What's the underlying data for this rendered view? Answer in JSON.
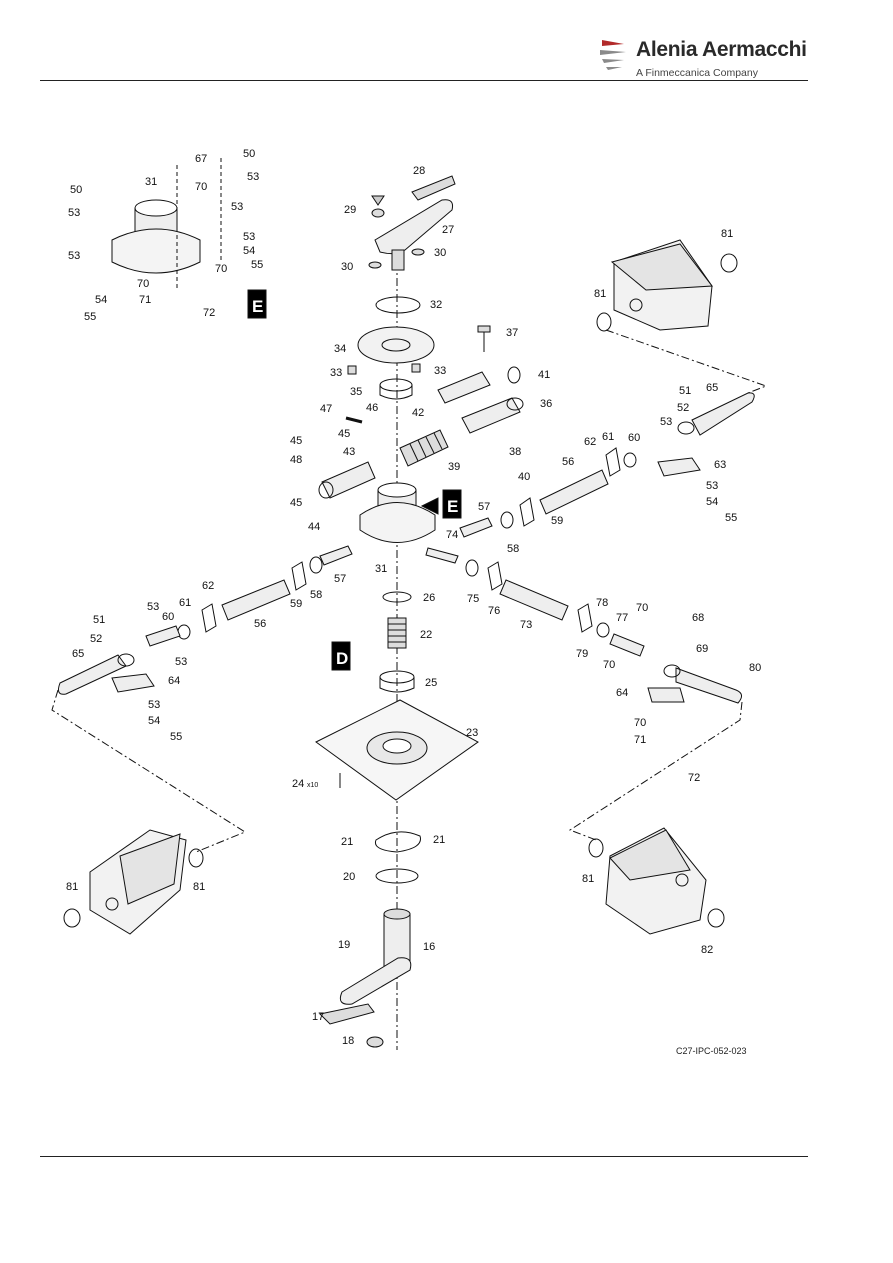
{
  "header": {
    "company_name": "Alenia Aermacchi",
    "company_tagline": "A Finmeccanica Company"
  },
  "figure": {
    "reference_code": "C27-IPC-052-023",
    "view_label_d": "D",
    "view_label_e": "E",
    "detail_arrow_label": "E",
    "callouts": [
      {
        "id": "c50a",
        "text": "50"
      },
      {
        "id": "c50b",
        "text": "50"
      },
      {
        "id": "c67",
        "text": "67"
      },
      {
        "id": "c31a",
        "text": "31"
      },
      {
        "id": "c70a",
        "text": "70"
      },
      {
        "id": "c53a",
        "text": "53"
      },
      {
        "id": "c53b",
        "text": "53"
      },
      {
        "id": "c53c",
        "text": "53"
      },
      {
        "id": "c53d",
        "text": "53"
      },
      {
        "id": "c53e",
        "text": "53"
      },
      {
        "id": "c54a",
        "text": "54"
      },
      {
        "id": "c55a",
        "text": "55"
      },
      {
        "id": "c70b",
        "text": "70"
      },
      {
        "id": "c70c",
        "text": "70"
      },
      {
        "id": "c54b",
        "text": "54"
      },
      {
        "id": "c71a",
        "text": "71"
      },
      {
        "id": "c55b",
        "text": "55"
      },
      {
        "id": "c72a",
        "text": "72"
      },
      {
        "id": "c28",
        "text": "28"
      },
      {
        "id": "c29",
        "text": "29"
      },
      {
        "id": "c27",
        "text": "27"
      },
      {
        "id": "c30a",
        "text": "30"
      },
      {
        "id": "c30b",
        "text": "30"
      },
      {
        "id": "c32",
        "text": "32"
      },
      {
        "id": "c34",
        "text": "34"
      },
      {
        "id": "c33a",
        "text": "33"
      },
      {
        "id": "c33b",
        "text": "33"
      },
      {
        "id": "c35",
        "text": "35"
      },
      {
        "id": "c37",
        "text": "37"
      },
      {
        "id": "c41",
        "text": "41"
      },
      {
        "id": "c36",
        "text": "36"
      },
      {
        "id": "c47",
        "text": "47"
      },
      {
        "id": "c46",
        "text": "46"
      },
      {
        "id": "c45a",
        "text": "45"
      },
      {
        "id": "c45b",
        "text": "45"
      },
      {
        "id": "c42",
        "text": "42"
      },
      {
        "id": "c43",
        "text": "43"
      },
      {
        "id": "c48",
        "text": "48"
      },
      {
        "id": "c38",
        "text": "38"
      },
      {
        "id": "c39",
        "text": "39"
      },
      {
        "id": "c40",
        "text": "40"
      },
      {
        "id": "c45c",
        "text": "45"
      },
      {
        "id": "c44",
        "text": "44"
      },
      {
        "id": "c74",
        "text": "74"
      },
      {
        "id": "c57a",
        "text": "57"
      },
      {
        "id": "c58a",
        "text": "58"
      },
      {
        "id": "c59a",
        "text": "59"
      },
      {
        "id": "c56a",
        "text": "56"
      },
      {
        "id": "c62a",
        "text": "62"
      },
      {
        "id": "c61a",
        "text": "61"
      },
      {
        "id": "c60a",
        "text": "60"
      },
      {
        "id": "c81a",
        "text": "81"
      },
      {
        "id": "c81b",
        "text": "81"
      },
      {
        "id": "c51a",
        "text": "51"
      },
      {
        "id": "c65a",
        "text": "65"
      },
      {
        "id": "c52a",
        "text": "52"
      },
      {
        "id": "c53f",
        "text": "53"
      },
      {
        "id": "c63",
        "text": "63"
      },
      {
        "id": "c53g",
        "text": "53"
      },
      {
        "id": "c54c",
        "text": "54"
      },
      {
        "id": "c55c",
        "text": "55"
      },
      {
        "id": "c31b",
        "text": "31"
      },
      {
        "id": "c57b",
        "text": "57"
      },
      {
        "id": "c58b",
        "text": "58"
      },
      {
        "id": "c59b",
        "text": "59"
      },
      {
        "id": "c56b",
        "text": "56"
      },
      {
        "id": "c62b",
        "text": "62"
      },
      {
        "id": "c61b",
        "text": "61"
      },
      {
        "id": "c60b",
        "text": "60"
      },
      {
        "id": "c53h",
        "text": "53"
      },
      {
        "id": "c51b",
        "text": "51"
      },
      {
        "id": "c52b",
        "text": "52"
      },
      {
        "id": "c53i",
        "text": "53"
      },
      {
        "id": "c65b",
        "text": "65"
      },
      {
        "id": "c64a",
        "text": "64"
      },
      {
        "id": "c53j",
        "text": "53"
      },
      {
        "id": "c54d",
        "text": "54"
      },
      {
        "id": "c55d",
        "text": "55"
      },
      {
        "id": "c75",
        "text": "75"
      },
      {
        "id": "c76",
        "text": "76"
      },
      {
        "id": "c73",
        "text": "73"
      },
      {
        "id": "c79",
        "text": "79"
      },
      {
        "id": "c78",
        "text": "78"
      },
      {
        "id": "c77",
        "text": "77"
      },
      {
        "id": "c70d",
        "text": "70"
      },
      {
        "id": "c68",
        "text": "68"
      },
      {
        "id": "c69",
        "text": "69"
      },
      {
        "id": "c70e",
        "text": "70"
      },
      {
        "id": "c80",
        "text": "80"
      },
      {
        "id": "c64b",
        "text": "64"
      },
      {
        "id": "c70f",
        "text": "70"
      },
      {
        "id": "c71b",
        "text": "71"
      },
      {
        "id": "c72b",
        "text": "72"
      },
      {
        "id": "c26",
        "text": "26"
      },
      {
        "id": "c22",
        "text": "22"
      },
      {
        "id": "c25",
        "text": "25"
      },
      {
        "id": "c23",
        "text": "23"
      },
      {
        "id": "c24",
        "text": "24"
      },
      {
        "id": "c24x",
        "text": "x10"
      },
      {
        "id": "c21a",
        "text": "21"
      },
      {
        "id": "c21b",
        "text": "21"
      },
      {
        "id": "c20",
        "text": "20"
      },
      {
        "id": "c19",
        "text": "19"
      },
      {
        "id": "c16",
        "text": "16"
      },
      {
        "id": "c17",
        "text": "17"
      },
      {
        "id": "c18",
        "text": "18"
      },
      {
        "id": "c81c",
        "text": "81"
      },
      {
        "id": "c81d",
        "text": "81"
      },
      {
        "id": "c81e",
        "text": "81"
      },
      {
        "id": "c82",
        "text": "82"
      }
    ]
  }
}
